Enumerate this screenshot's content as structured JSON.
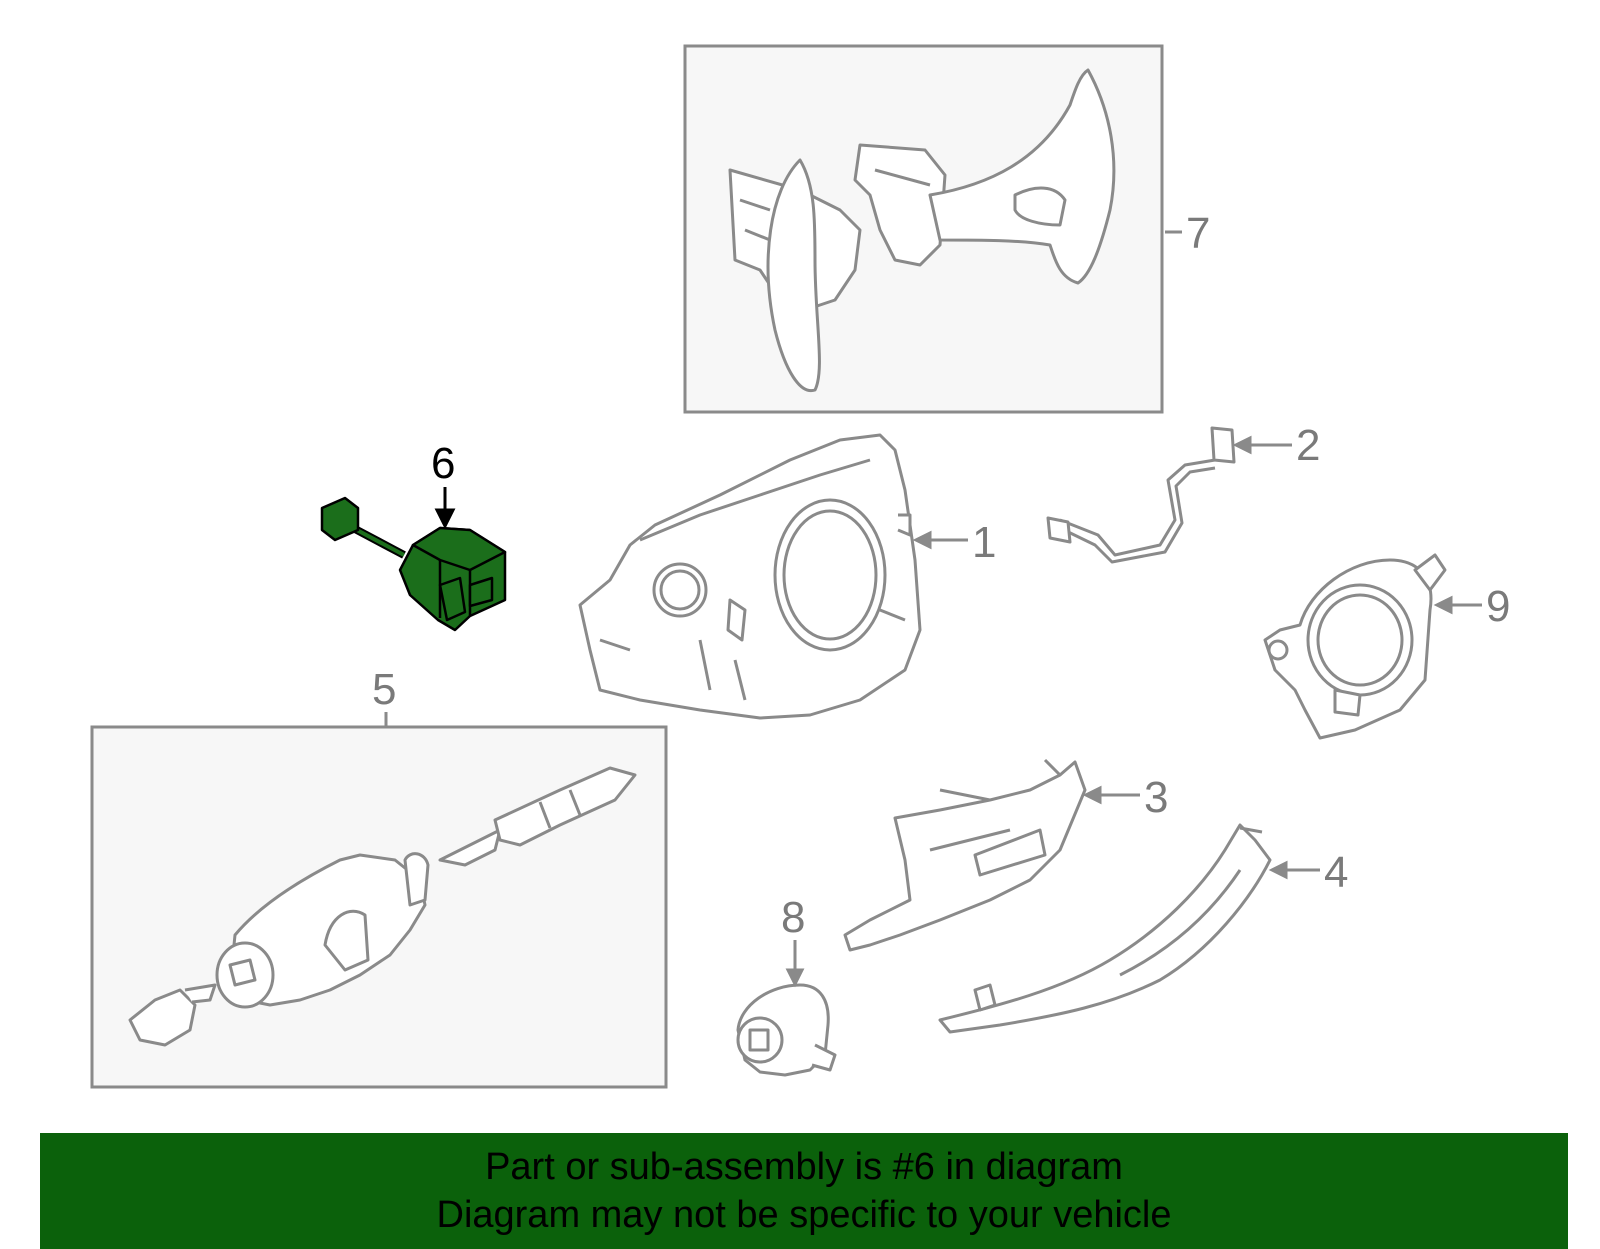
{
  "colors": {
    "highlight_part": "#1b6e1b",
    "banner_bg": "#0b610b",
    "line_gray": "#8a8a8a",
    "callout_gray": "#7a7a7a",
    "box_fill": "#f7f7f7"
  },
  "callouts": {
    "c1": "1",
    "c2": "2",
    "c3": "3",
    "c4": "4",
    "c5": "5",
    "c6": "6",
    "c7": "7",
    "c8": "8",
    "c9": "9"
  },
  "banner": {
    "line1": "Part or sub-assembly is #6 in diagram",
    "line2": "Diagram may not be specific to your vehicle"
  }
}
